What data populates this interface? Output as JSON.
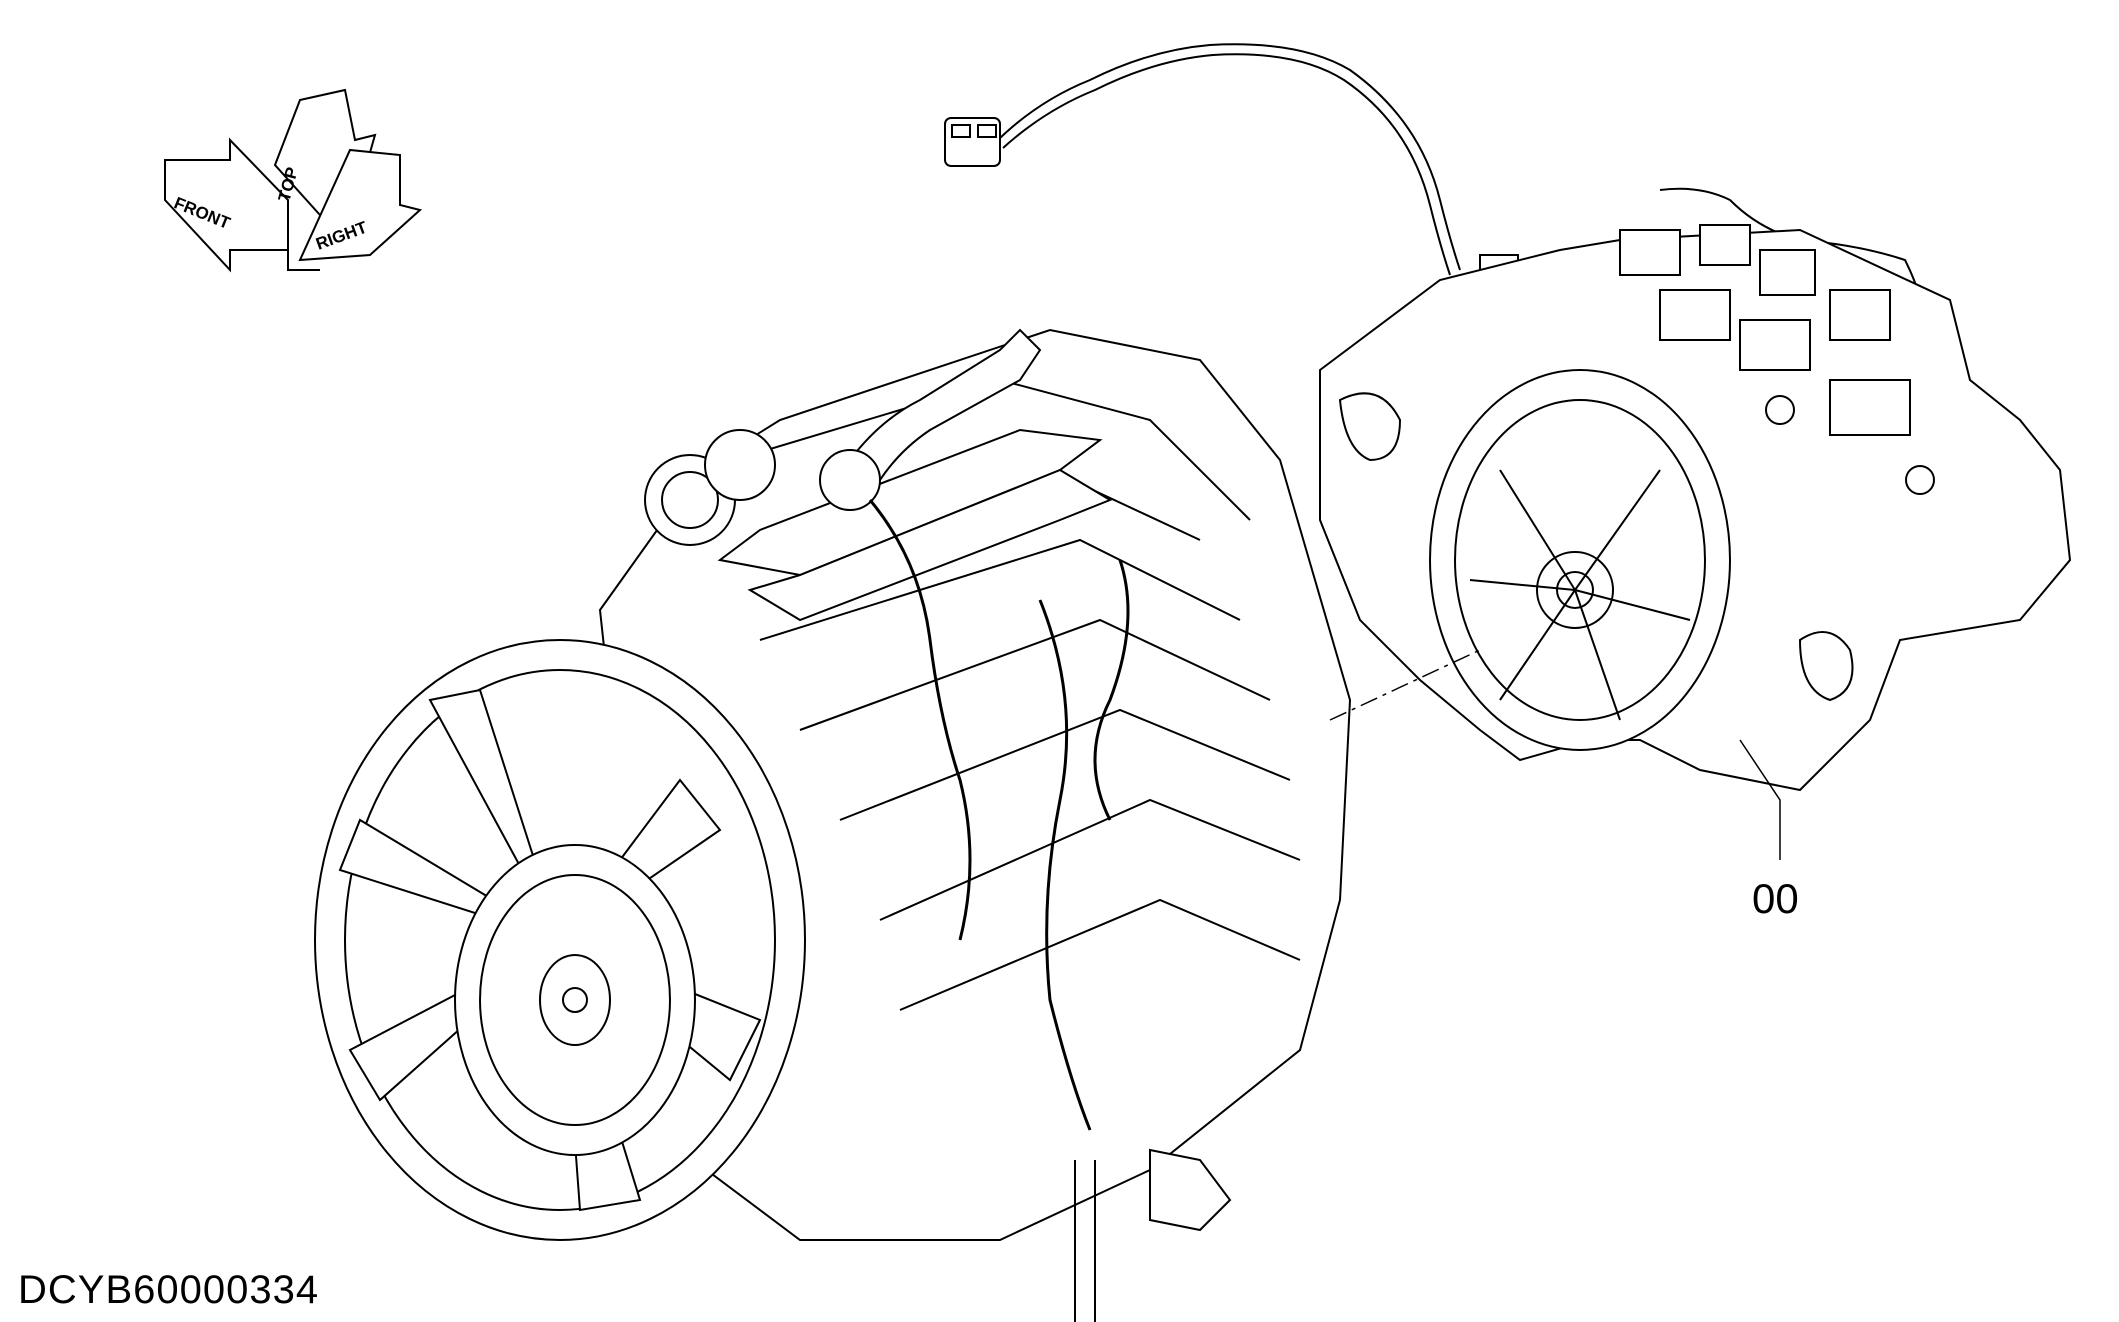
{
  "orientation": {
    "labels": {
      "front": "FRONT",
      "top": "TOP",
      "right": "RIGHT"
    },
    "icon": "orientation-arrows-icon"
  },
  "callouts": [
    {
      "id": "pump-callout",
      "text": "00"
    }
  ],
  "document_id": "DCYB60000334",
  "colors": {
    "line": "#000000",
    "background": "#ffffff"
  }
}
